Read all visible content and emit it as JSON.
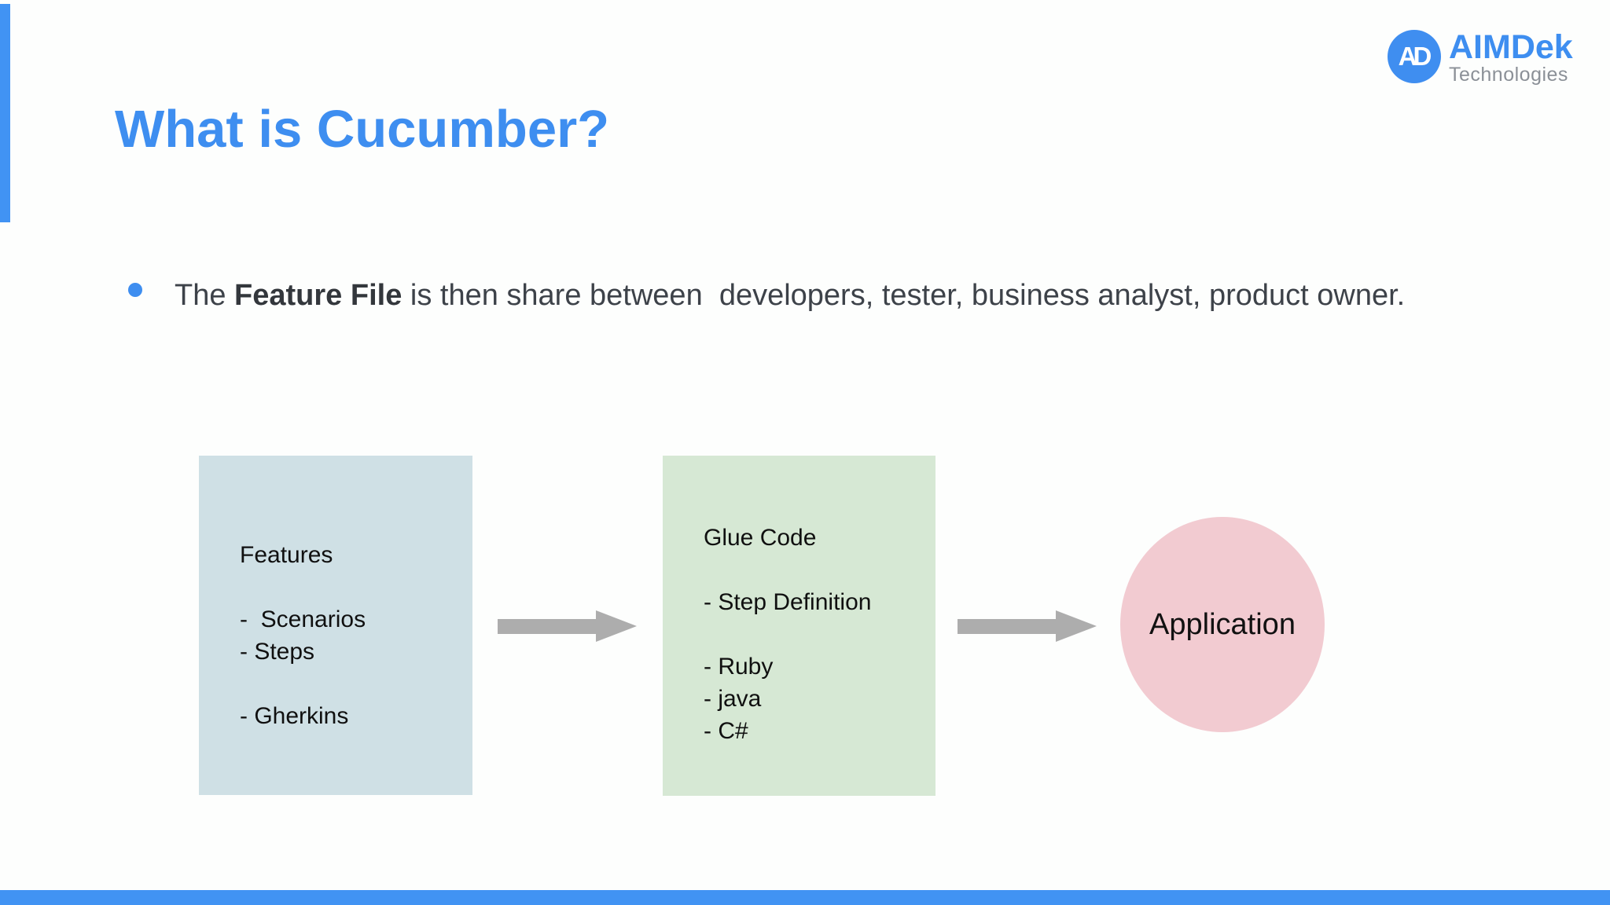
{
  "slide": {
    "title": "What is Cucumber?"
  },
  "logo": {
    "monogram": "AD",
    "name": "AIMDek",
    "subtitle": "Technologies"
  },
  "bullet": {
    "prefix": "The ",
    "bold": "Feature File",
    "rest": " is then share between  developers, tester, business analyst, product owner."
  },
  "diagram": {
    "features_box": {
      "lines": [
        "Features",
        "",
        "-  Scenarios",
        "- Steps",
        "",
        "- Gherkins"
      ]
    },
    "glue_box": {
      "lines": [
        "Glue Code",
        "",
        "- Step Definition",
        "",
        "- Ruby",
        "- java",
        "- C#"
      ]
    },
    "application_circle": {
      "label": "Application"
    }
  },
  "colors": {
    "accent_blue": "#3e8ef0",
    "bar_blue": "#4193f3",
    "features_box_bg": "#cfe0e5",
    "glue_box_bg": "#d6e8d4",
    "application_circle_bg": "#f2cbd1",
    "arrow_gray": "#adadad",
    "body_text": "#3d4249",
    "logo_subtitle_gray": "#8b9097"
  }
}
